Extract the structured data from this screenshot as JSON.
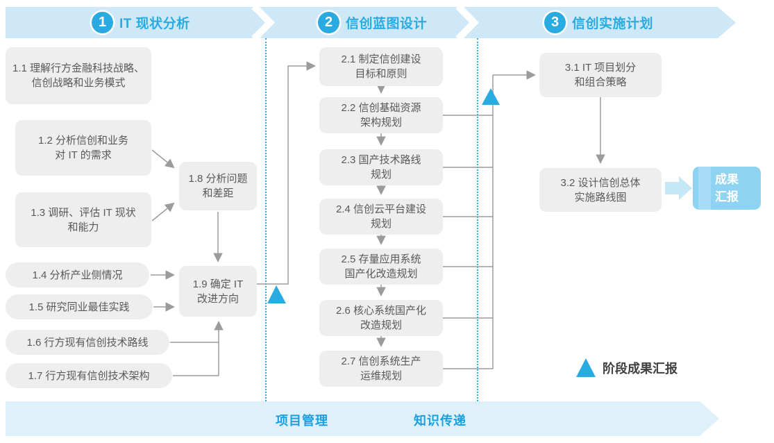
{
  "palette": {
    "accent": "#29abe2",
    "banner_bg": "#cfe8f8",
    "bottom_banner_bg": "#def1fb",
    "box_bg": "#eeeeee",
    "box_text": "#58595b",
    "connector_line": "#9b9b9b",
    "result_box_bg": "#8ed3f1",
    "thick_arrow": "#c5e8f7"
  },
  "phases": [
    {
      "number": "1",
      "title": "IT 现状分析"
    },
    {
      "number": "2",
      "title": "信创蓝图设计"
    },
    {
      "number": "3",
      "title": "信创实施计划"
    }
  ],
  "boxes": {
    "b1_1": {
      "label": "1.1 理解行方金融科技战略、\n信创战略和业务模式"
    },
    "b1_2": {
      "label": "1.2 分析信创和业务\n对 IT 的需求"
    },
    "b1_3": {
      "label": "1.3 调研、评估 IT 现状\n和能力"
    },
    "b1_4": {
      "label": "1.4 分析产业侧情况"
    },
    "b1_5": {
      "label": "1.5 研究同业最佳实践"
    },
    "b1_6": {
      "label": "1.6 行方现有信创技术路线"
    },
    "b1_7": {
      "label": "1.7 行方现有信创技术架构"
    },
    "b1_8": {
      "label": "1.8 分析问题\n和差距"
    },
    "b1_9": {
      "label": "1.9 确定 IT\n改进方向"
    },
    "b2_1": {
      "label": "2.1 制定信创建设\n目标和原则"
    },
    "b2_2": {
      "label": "2.2 信创基础资源\n架构规划"
    },
    "b2_3": {
      "label": "2.3 国产技术路线\n规划"
    },
    "b2_4": {
      "label": "2.4 信创云平台建设\n规划"
    },
    "b2_5": {
      "label": "2.5 存量应用系统\n国产化改造规划"
    },
    "b2_6": {
      "label": "2.6 核心系统国产化\n改造规划"
    },
    "b2_7": {
      "label": "2.7 信创系统生产\n运维规划"
    },
    "b3_1": {
      "label": "3.1 IT 项目划分\n和组合策略"
    },
    "b3_2": {
      "label": "3.2 设计信创总体\n实施路线图"
    }
  },
  "result_box": {
    "label": "成果\n汇报"
  },
  "legend": {
    "label": "阶段成果汇报"
  },
  "footer": {
    "items": [
      "项目管理",
      "知识传递"
    ]
  }
}
